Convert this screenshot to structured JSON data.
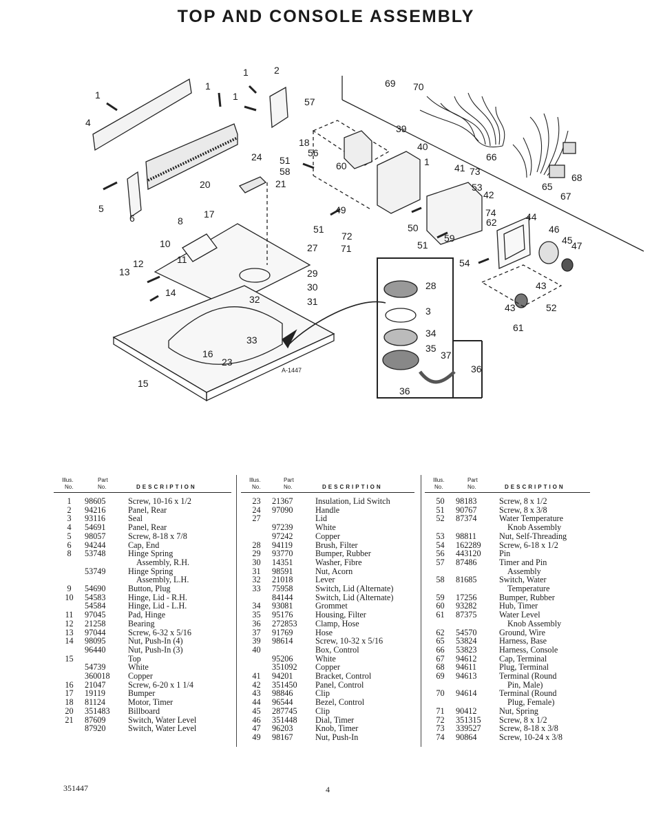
{
  "page": {
    "title": "TOP AND CONSOLE ASSEMBLY",
    "figure_code": "A-1447",
    "doc_number": "351447",
    "page_number": "4"
  },
  "diagram_callouts": {
    "c1": "1",
    "c2": "2",
    "c4": "4",
    "c5": "5",
    "c6": "6",
    "c8": "8",
    "c10": "10",
    "c11": "11",
    "c12": "12",
    "c13": "13",
    "c14": "14",
    "c15": "15",
    "c16": "16",
    "c17": "17",
    "c18": "18",
    "c20": "20",
    "c21": "21",
    "c23": "23",
    "c24": "24",
    "c27": "27",
    "c28": "28",
    "c29": "29",
    "c30": "30",
    "c31": "31",
    "c32": "32",
    "c33": "33",
    "c34": "34",
    "c35": "35",
    "c36": "36",
    "c37": "37",
    "c39": "39",
    "c40": "40",
    "c41": "41",
    "c42": "42",
    "c43": "43",
    "c44": "44",
    "c45": "45",
    "c46": "46",
    "c47": "47",
    "c49": "49",
    "c50": "50",
    "c51": "51",
    "c52": "52",
    "c53": "53",
    "c54": "54",
    "c56": "56",
    "c57": "57",
    "c58": "58",
    "c59": "59",
    "c60": "60",
    "c61": "61",
    "c62": "62",
    "c65": "65",
    "c66": "66",
    "c67": "67",
    "c68": "68",
    "c69": "69",
    "c70": "70",
    "c71": "71",
    "c72": "72",
    "c73": "73",
    "c74": "74",
    "c3": "3"
  },
  "table_headers": {
    "illus_top": "Illus.",
    "illus_bottom": "No.",
    "part_top": "Part",
    "part_bottom": "No.",
    "description": "DESCRIPTION"
  },
  "parts_col1": [
    {
      "illus": "1",
      "part": "98605",
      "desc": "Screw, 10-16 x 1/2"
    },
    {
      "illus": "2",
      "part": "94216",
      "desc": "Panel, Rear"
    },
    {
      "illus": "3",
      "part": "93116",
      "desc": "Seal"
    },
    {
      "illus": "4",
      "part": "54691",
      "desc": "Panel, Rear"
    },
    {
      "illus": "5",
      "part": "98057",
      "desc": "Screw, 8-18 x 7/8"
    },
    {
      "illus": "6",
      "part": "94244",
      "desc": "Cap, End"
    },
    {
      "illus": "8",
      "part": "53748",
      "desc": "Hinge Spring"
    },
    {
      "illus": "",
      "part": "",
      "desc": "Assembly, R.H."
    },
    {
      "illus": "",
      "part": "53749",
      "desc": "Hinge Spring"
    },
    {
      "illus": "",
      "part": "",
      "desc": "Assembly, L.H."
    },
    {
      "illus": "9",
      "part": "54690",
      "desc": "Button, Plug"
    },
    {
      "illus": "10",
      "part": "54583",
      "desc": "Hinge, Lid - R.H."
    },
    {
      "illus": "",
      "part": "54584",
      "desc": "Hinge, Lid - L.H."
    },
    {
      "illus": "11",
      "part": "97045",
      "desc": "Pad, Hinge"
    },
    {
      "illus": "12",
      "part": "21258",
      "desc": "Bearing"
    },
    {
      "illus": "13",
      "part": "97044",
      "desc": "Screw, 6-32 x 5/16"
    },
    {
      "illus": "14",
      "part": "98095",
      "desc": "Nut, Push-In (4)"
    },
    {
      "illus": "",
      "part": "96440",
      "desc": "Nut, Push-In (3)"
    },
    {
      "illus": "15",
      "part": "",
      "desc": "Top"
    },
    {
      "illus": "",
      "part": "54739",
      "desc": "White"
    },
    {
      "illus": "",
      "part": "360018",
      "desc": "Copper"
    },
    {
      "illus": "16",
      "part": "21047",
      "desc": "Screw, 6-20 x 1 1/4"
    },
    {
      "illus": "17",
      "part": "19119",
      "desc": "Bumper"
    },
    {
      "illus": "18",
      "part": "81124",
      "desc": "Motor, Timer"
    },
    {
      "illus": "20",
      "part": "351483",
      "desc": "Billboard"
    },
    {
      "illus": "21",
      "part": "87609",
      "desc": "Switch, Water Level"
    },
    {
      "illus": "",
      "part": "87920",
      "desc": "Switch, Water Level"
    }
  ],
  "parts_col2": [
    {
      "illus": "23",
      "part": "21367",
      "desc": "Insulation, Lid Switch"
    },
    {
      "illus": "24",
      "part": "97090",
      "desc": "Handle"
    },
    {
      "illus": "27",
      "part": "",
      "desc": "Lid"
    },
    {
      "illus": "",
      "part": "97239",
      "desc": "White"
    },
    {
      "illus": "",
      "part": "97242",
      "desc": "Copper"
    },
    {
      "illus": "28",
      "part": "94119",
      "desc": "Brush, Filter"
    },
    {
      "illus": "29",
      "part": "93770",
      "desc": "Bumper, Rubber"
    },
    {
      "illus": "30",
      "part": "14351",
      "desc": "Washer, Fibre"
    },
    {
      "illus": "31",
      "part": "98591",
      "desc": "Nut, Acorn"
    },
    {
      "illus": "32",
      "part": "21018",
      "desc": "Lever"
    },
    {
      "illus": "33",
      "part": "75958",
      "desc": "Switch, Lid (Alternate)"
    },
    {
      "illus": "",
      "part": "84144",
      "desc": "Switch, Lid (Alternate)"
    },
    {
      "illus": "34",
      "part": "93081",
      "desc": "Grommet"
    },
    {
      "illus": "35",
      "part": "95176",
      "desc": "Housing, Filter"
    },
    {
      "illus": "36",
      "part": "272853",
      "desc": "Clamp, Hose"
    },
    {
      "illus": "37",
      "part": "91769",
      "desc": "Hose"
    },
    {
      "illus": "39",
      "part": "98614",
      "desc": "Screw, 10-32 x 5/16"
    },
    {
      "illus": "40",
      "part": "",
      "desc": "Box, Control"
    },
    {
      "illus": "",
      "part": "95206",
      "desc": "White"
    },
    {
      "illus": "",
      "part": "351092",
      "desc": "Copper"
    },
    {
      "illus": "41",
      "part": "94201",
      "desc": "Bracket, Control"
    },
    {
      "illus": "42",
      "part": "351450",
      "desc": "Panel, Control"
    },
    {
      "illus": "43",
      "part": "98846",
      "desc": "Clip"
    },
    {
      "illus": "44",
      "part": "96544",
      "desc": "Bezel, Control"
    },
    {
      "illus": "45",
      "part": "287745",
      "desc": "Clip"
    },
    {
      "illus": "46",
      "part": "351448",
      "desc": "Dial, Timer"
    },
    {
      "illus": "47",
      "part": "96203",
      "desc": "Knob, Timer"
    },
    {
      "illus": "49",
      "part": "98167",
      "desc": "Nut, Push-In"
    }
  ],
  "parts_col3": [
    {
      "illus": "50",
      "part": "98183",
      "desc": "Screw, 8 x 1/2"
    },
    {
      "illus": "51",
      "part": "90767",
      "desc": "Screw, 8 x 3/8"
    },
    {
      "illus": "52",
      "part": "87374",
      "desc": "Water Temperature"
    },
    {
      "illus": "",
      "part": "",
      "desc": "Knob Assembly"
    },
    {
      "illus": "53",
      "part": "98811",
      "desc": "Nut, Self-Threading"
    },
    {
      "illus": "54",
      "part": "162289",
      "desc": "Screw, 6-18 x 1/2"
    },
    {
      "illus": "56",
      "part": "443120",
      "desc": "Pin"
    },
    {
      "illus": "57",
      "part": "87486",
      "desc": "Timer and Pin"
    },
    {
      "illus": "",
      "part": "",
      "desc": "Assembly"
    },
    {
      "illus": "58",
      "part": "81685",
      "desc": "Switch, Water"
    },
    {
      "illus": "",
      "part": "",
      "desc": "Temperature"
    },
    {
      "illus": "59",
      "part": "17256",
      "desc": "Bumper, Rubber"
    },
    {
      "illus": "60",
      "part": "93282",
      "desc": "Hub, Timer"
    },
    {
      "illus": "61",
      "part": "87375",
      "desc": "Water Level"
    },
    {
      "illus": "",
      "part": "",
      "desc": "Knob Assembly"
    },
    {
      "illus": "62",
      "part": "54570",
      "desc": "Ground, Wire"
    },
    {
      "illus": "65",
      "part": "53824",
      "desc": "Harness, Base"
    },
    {
      "illus": "66",
      "part": "53823",
      "desc": "Harness, Console"
    },
    {
      "illus": "67",
      "part": "94612",
      "desc": "Cap, Terminal"
    },
    {
      "illus": "68",
      "part": "94611",
      "desc": "Plug, Terminal"
    },
    {
      "illus": "69",
      "part": "94613",
      "desc": "Terminal (Round"
    },
    {
      "illus": "",
      "part": "",
      "desc": "Pin, Male)"
    },
    {
      "illus": "70",
      "part": "94614",
      "desc": "Terminal (Round"
    },
    {
      "illus": "",
      "part": "",
      "desc": "Plug, Female)"
    },
    {
      "illus": "71",
      "part": "90412",
      "desc": "Nut, Spring"
    },
    {
      "illus": "72",
      "part": "351315",
      "desc": "Screw, 8 x 1/2"
    },
    {
      "illus": "73",
      "part": "339527",
      "desc": "Screw, 8-18 x 3/8"
    },
    {
      "illus": "74",
      "part": "90864",
      "desc": "Screw, 10-24 x 3/8"
    }
  ]
}
